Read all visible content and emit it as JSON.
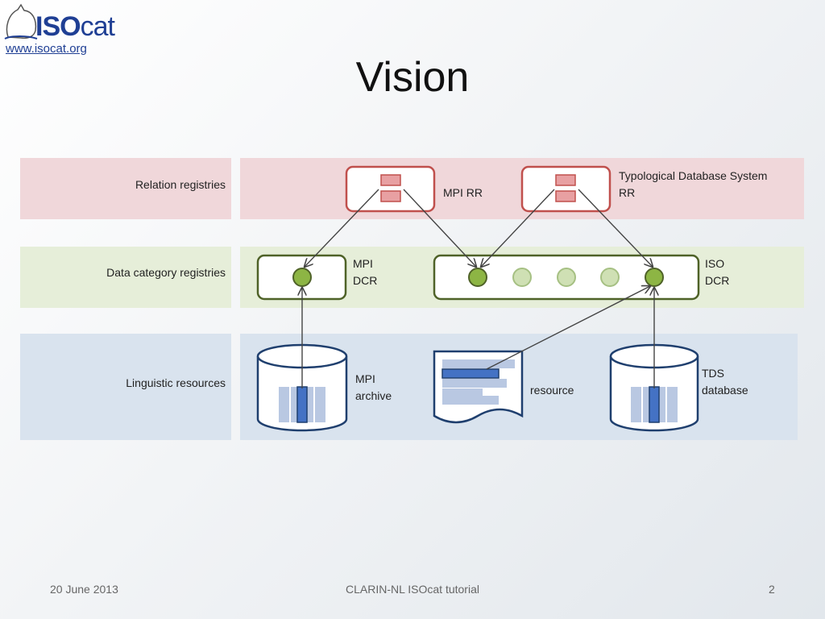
{
  "logo": {
    "brand_bold": "ISO",
    "brand_light": "cat",
    "url": "www.isocat.org"
  },
  "slide": {
    "title": "Vision"
  },
  "rows": {
    "relation": "Relation registries",
    "datacat": "Data category registries",
    "linguistic": "Linguistic resources"
  },
  "nodes": {
    "mpi_rr": "MPI RR",
    "tds_rr": "Typological Database System\nRR",
    "mpi_dcr": "MPI\nDCR",
    "iso_dcr": "ISO\nDCR",
    "mpi_archive": "MPI\narchive",
    "resource": "resource",
    "tds_database": "TDS\ndatabase"
  },
  "footer": {
    "date": "20 June 2013",
    "center": "CLARIN-NL ISOcat tutorial",
    "page": "2"
  },
  "colors": {
    "red_band": "#f0d7da",
    "green_band": "#e6eed9",
    "blue_band": "#d9e3ee",
    "red_stroke": "#c0504d",
    "green_stroke": "#4f6228",
    "blue_stroke": "#1f3f6e",
    "brand": "#1f3f94"
  }
}
